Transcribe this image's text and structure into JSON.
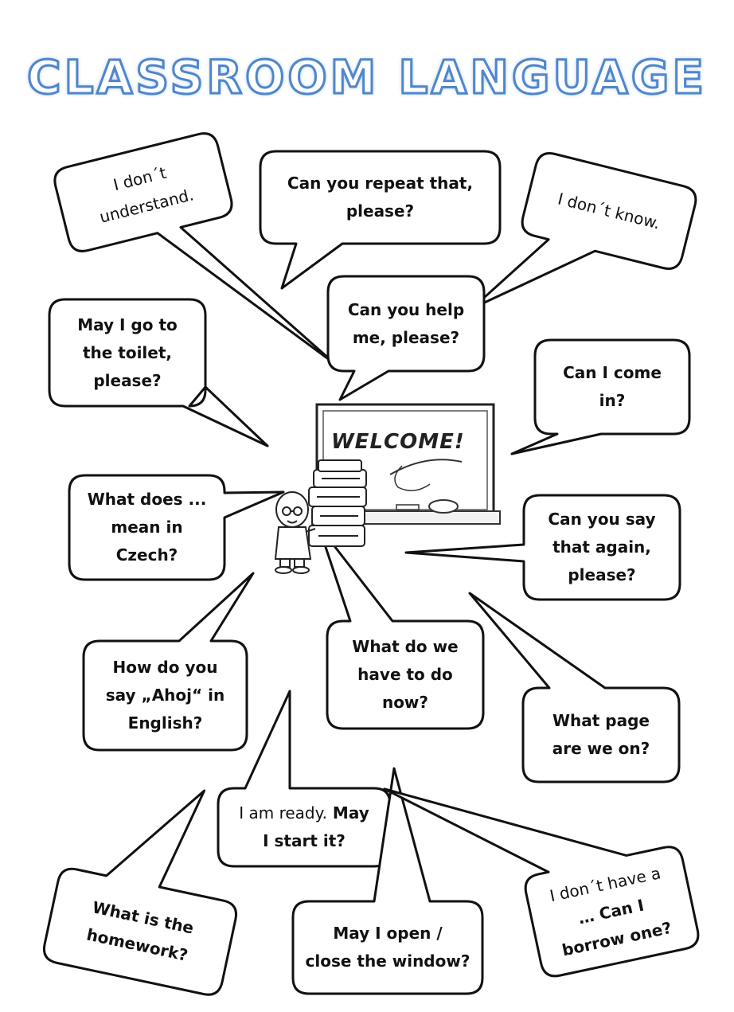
{
  "title": "CLASSROOM LANGUAGE",
  "board": {
    "text": "WELCOME!"
  },
  "phrases": {
    "dont_understand": "I don´t\nunderstand.",
    "repeat": "Can you repeat that,\nplease?",
    "dont_know": "I don´t know.",
    "help_me": "Can you help\nme, please?",
    "toilet": "May I go to\nthe toilet,\nplease?",
    "come_in": "Can I come\nin?",
    "what_does_mean": "What does ...\nmean in\nCzech?",
    "say_again": "Can you say\nthat again,\nplease?",
    "how_say": "How do you\nsay „Ahoj“ in\nEnglish?",
    "what_to_do": "What do we\nhave to do\nnow?",
    "what_page": "What page\nare we on?",
    "ready_part1": "I am ready.",
    "ready_part2": " May\nI start it?",
    "homework": "What is the\nhomework?",
    "window": "May I open /\nclose the window?",
    "borrow_part1": "I don´t have a\n",
    "borrow_part2": "… Can I\nborrow one?"
  }
}
